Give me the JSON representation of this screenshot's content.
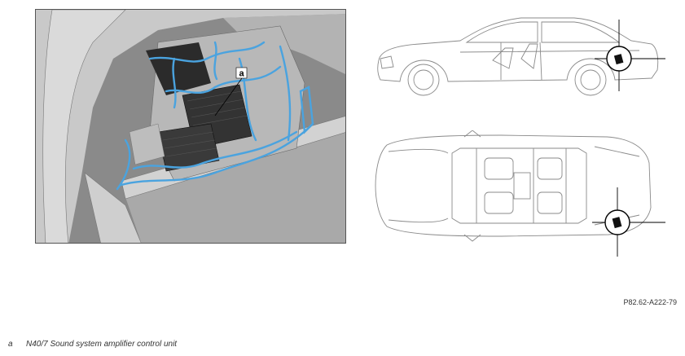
{
  "callout_letter": "a",
  "reference_code": "P82.62-A222-79",
  "legend": {
    "key": "a",
    "text": "N40/7 Sound system amplifier control unit"
  },
  "colors": {
    "harness": "#4aa3df",
    "panel_bg": "#8e8e8e",
    "marker_fill": "#ffffff"
  },
  "icons": [
    "side-view-car-icon",
    "top-view-car-icon",
    "location-marker-icon"
  ]
}
